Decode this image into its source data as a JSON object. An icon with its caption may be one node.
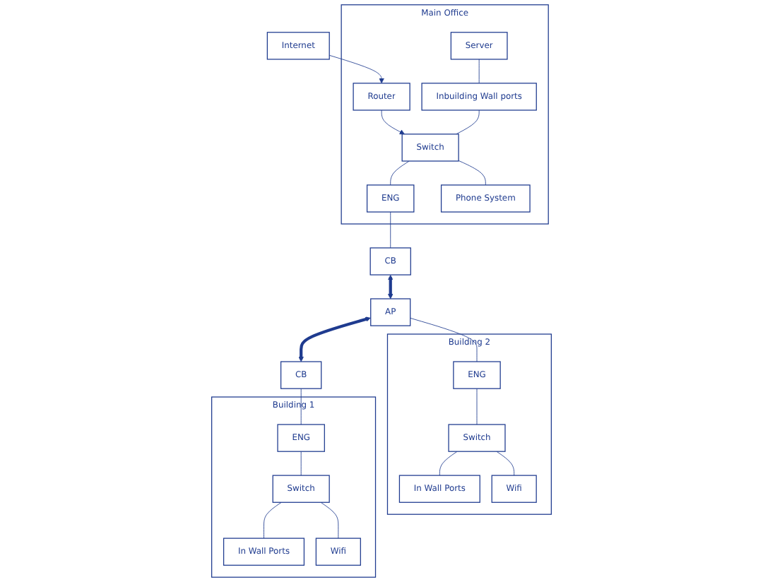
{
  "diagram": {
    "nodes": [
      {
        "text": [
          "Main Office"
        ]
      },
      {
        "text": [
          "Internet"
        ]
      },
      {
        "text": [
          "Router"
        ],
        "in": 0
      },
      {
        "text": [
          "Server"
        ],
        "in": 0
      },
      {
        "text": [
          "Switch"
        ],
        "in": 0
      },
      {
        "text": [
          "Inbuilding Wall ports"
        ],
        "in": 0
      },
      {
        "text": [
          "ENG"
        ],
        "in": 0
      },
      {
        "text": [
          "Phone System"
        ],
        "in": 0
      },
      {
        "text": [
          "CB"
        ]
      },
      {
        "text": [
          "Building 2"
        ]
      },
      {
        "text": [
          "ENG"
        ],
        "in": 9
      },
      {
        "text": [
          "In Wall Ports"
        ],
        "in": 9
      },
      {
        "text": [
          "Switch"
        ],
        "in": 9
      },
      {
        "text": [
          "Wifi"
        ],
        "in": 9
      },
      {
        "text": [
          "AP"
        ]
      },
      {
        "text": [
          "CB"
        ]
      },
      {
        "text": [
          "Building 1"
        ]
      },
      {
        "text": [
          "ENG"
        ],
        "in": 16
      },
      {
        "text": [
          "Switch"
        ],
        "in": 16
      },
      {
        "text": [
          "In Wall Ports"
        ],
        "in": 16
      },
      {
        "text": [
          "Wifi"
        ],
        "in": 16
      }
    ],
    "edges": [
      {
        "from": 1,
        "to": 2,
        "arrow": "to"
      },
      {
        "from": 2,
        "to": 4,
        "arrow": "to"
      },
      {
        "from": 3,
        "to": 5,
        "arrow": "none"
      },
      {
        "from": 5,
        "to": 4,
        "arrow": "none"
      },
      {
        "from": 4,
        "to": 7,
        "arrow": "none"
      },
      {
        "from": 4,
        "to": 6,
        "arrow": "none"
      },
      {
        "from": 6,
        "to": 8,
        "arrow": "none"
      },
      {
        "from": 8,
        "to": 14,
        "arrow": "both",
        "style": "thick"
      },
      {
        "from": 14,
        "to": 15,
        "arrow": "both",
        "style": "thick"
      },
      {
        "from": 14,
        "to": 10,
        "arrow": "none"
      },
      {
        "from": 10,
        "to": 12,
        "arrow": "none"
      },
      {
        "from": 12,
        "to": 11,
        "arrow": "none"
      },
      {
        "from": 12,
        "to": 13,
        "arrow": "none"
      },
      {
        "from": 15,
        "to": 17,
        "arrow": "none"
      },
      {
        "from": 17,
        "to": 18,
        "arrow": "none"
      },
      {
        "from": 18,
        "to": 19,
        "arrow": "none"
      },
      {
        "from": 18,
        "to": 20,
        "arrow": "none"
      }
    ]
  }
}
